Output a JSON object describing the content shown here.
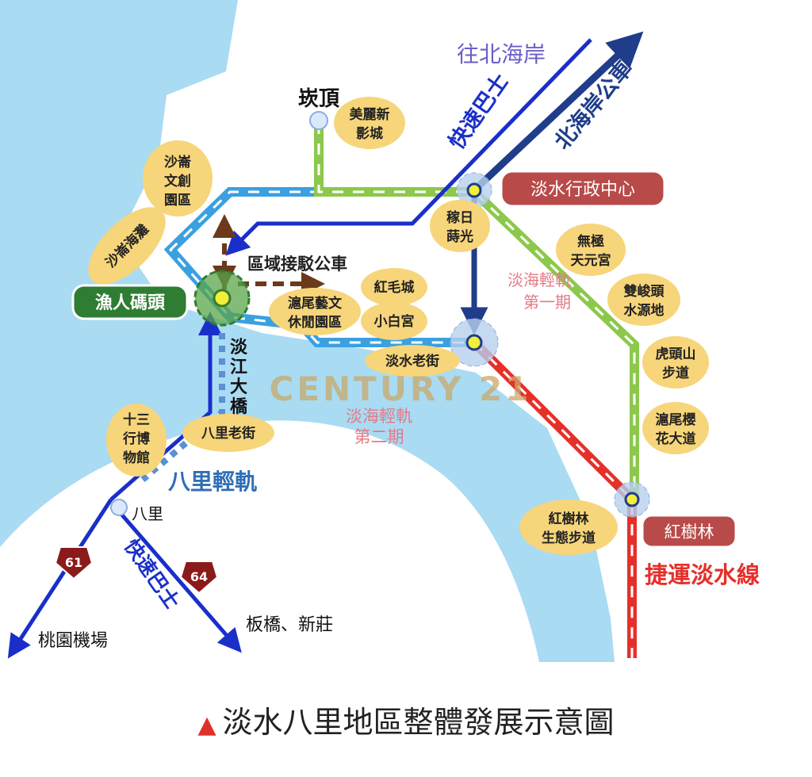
{
  "colors": {
    "water": "#a9dbf3",
    "lrt_phase2": "#3aa0e0",
    "lrt_phase1": "#8cc84b",
    "mrt": "#e5302a",
    "express_bus": "#1a2fc9",
    "north_coast_bus": "#1f3d8a",
    "shuttle": "#6b3a1b",
    "poi": "#f7d57a",
    "station_badge": "#b94a4a",
    "fisherman_badge": "#2e7d32"
  },
  "labels": {
    "to_north_coast": "往北海岸",
    "express_bus": "快速巴士",
    "north_coast_bus": "北海岸公車",
    "kanding": "崁頂",
    "tamsui_admin": "淡水行政中心",
    "shuttle_bus": "區域接駁公車",
    "fishermans_wharf": "漁人碼頭",
    "tamsui_bridge": [
      "淡",
      "江",
      "大",
      "橋"
    ],
    "bali_lrt": "八里輕軌",
    "bali": "八里",
    "route_61": "61",
    "route_64": "64",
    "express_bus_2": "快速巴士",
    "taoyuan_airport": "桃園機場",
    "banqiao_xinzhuang": "板橋、新莊",
    "lrt_phase1": [
      "淡海輕軌",
      "第一期"
    ],
    "lrt_phase2": [
      "淡海輕軌",
      "第二期"
    ],
    "hongshulin": "紅樹林",
    "mrt_tamsui_line": "捷運淡水線",
    "watermark": "CENTURY 21"
  },
  "pois": {
    "meili": [
      "美麗新",
      "影城"
    ],
    "shalun_creative": [
      "沙崙",
      "文創",
      "園區"
    ],
    "shalun_beach": "沙崙海灘",
    "daoguang": [
      "稼日",
      "蒔光"
    ],
    "wuji": [
      "無極",
      "天元宮"
    ],
    "hongmao": "紅毛城",
    "xiaobai": "小白宮",
    "huwei": [
      "滬尾藝文",
      "休閒園區"
    ],
    "shuangjun": [
      "雙峻頭",
      "水源地"
    ],
    "hutoushan": [
      "虎頭山",
      "步道"
    ],
    "oldstreet": "淡水老街",
    "cherry": [
      "滬尾櫻",
      "花大道"
    ],
    "shisanhang": [
      "十三",
      "行博",
      "物館"
    ],
    "bali_oldstreet": "八里老街",
    "mangrove_trail": [
      "紅樹林",
      "生態步道"
    ]
  },
  "caption": "淡水八里地區整體發展示意圖"
}
